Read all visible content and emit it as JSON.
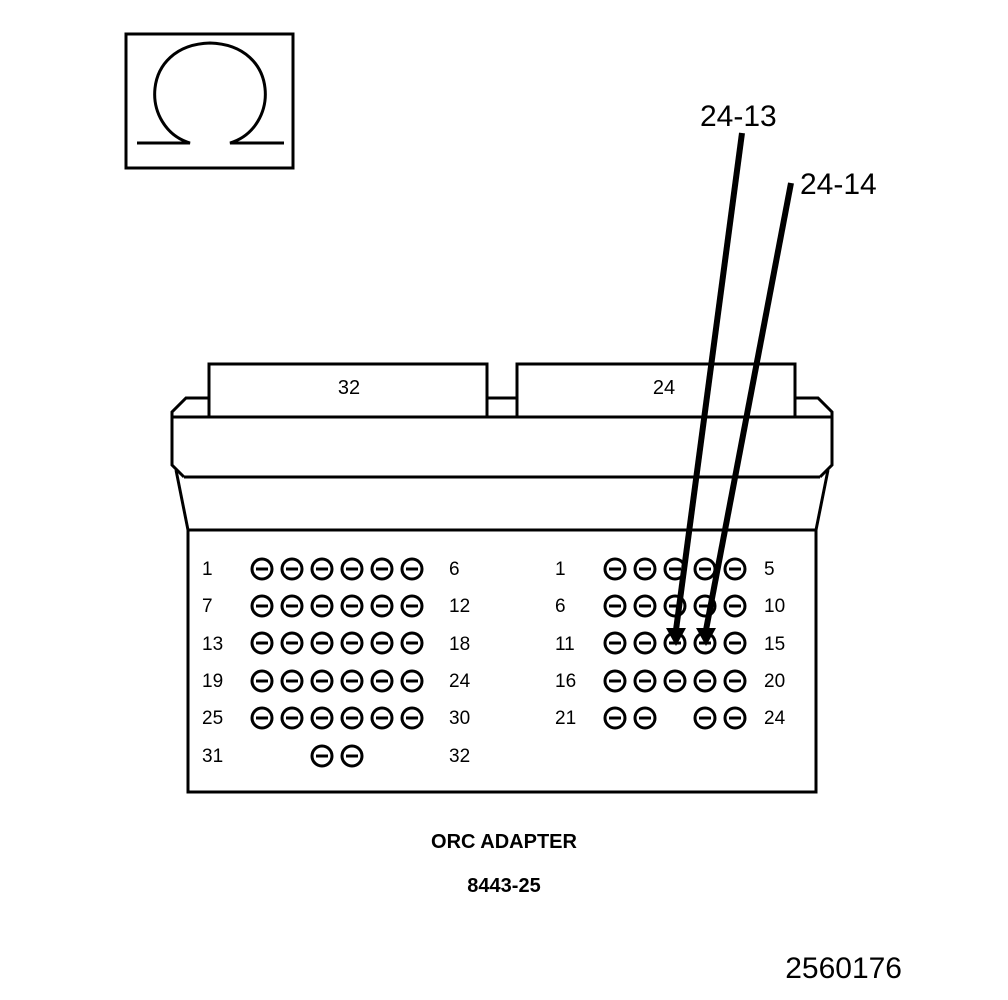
{
  "callouts": {
    "a": "24-13",
    "b": "24-14"
  },
  "connectors": {
    "left": "32",
    "right": "24"
  },
  "left_rows": [
    {
      "start": "1",
      "end": "6"
    },
    {
      "start": "7",
      "end": "12"
    },
    {
      "start": "13",
      "end": "18"
    },
    {
      "start": "19",
      "end": "24"
    },
    {
      "start": "25",
      "end": "30"
    },
    {
      "start": "31",
      "end": "32"
    }
  ],
  "right_rows": [
    {
      "start": "1",
      "end": "5"
    },
    {
      "start": "6",
      "end": "10"
    },
    {
      "start": "11",
      "end": "15"
    },
    {
      "start": "16",
      "end": "20"
    },
    {
      "start": "21",
      "end": "24"
    }
  ],
  "caption": {
    "title": "ORC ADAPTER",
    "part": "8443-25"
  },
  "figure_number": "2560176",
  "icons": {
    "symbol": "ohm-icon"
  }
}
